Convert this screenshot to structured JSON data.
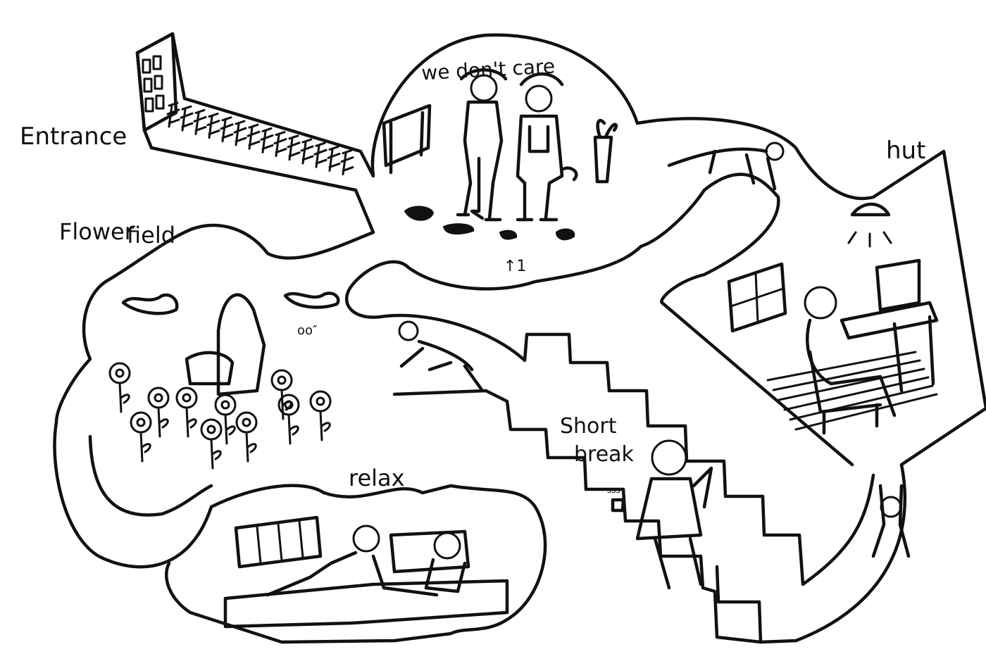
{
  "labels": {
    "entrance": "Entrance",
    "we_dont_care": "we don't care",
    "hut": "hut",
    "flower_field_1": "Flower",
    "flower_field_2": "field",
    "short_break_1": "Short",
    "short_break_2": "break",
    "relax": "relax",
    "small_1": "↑1",
    "small_2": "oo″",
    "small_3": "sss"
  }
}
